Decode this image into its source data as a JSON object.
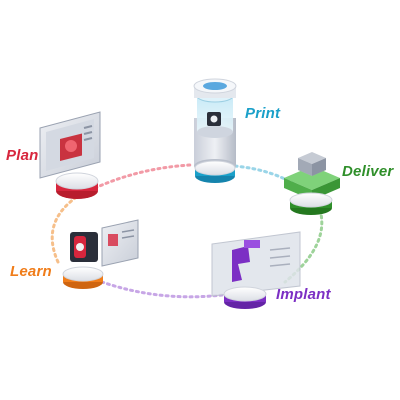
{
  "steps": [
    {
      "key": "plan",
      "label": "Plan",
      "color": "#d7263d",
      "icon": "knee-scan-monitor-icon"
    },
    {
      "key": "print",
      "label": "Print",
      "color": "#1aa0c9",
      "icon": "3d-printer-icon"
    },
    {
      "key": "deliver",
      "label": "Deliver",
      "color": "#2f8f2a",
      "icon": "package-delivery-icon"
    },
    {
      "key": "implant",
      "label": "Implant",
      "color": "#7c2fc4",
      "icon": "implant-scan-screen-icon"
    },
    {
      "key": "learn",
      "label": "Learn",
      "color": "#f07d1a",
      "icon": "knee-model-learning-icon"
    }
  ]
}
